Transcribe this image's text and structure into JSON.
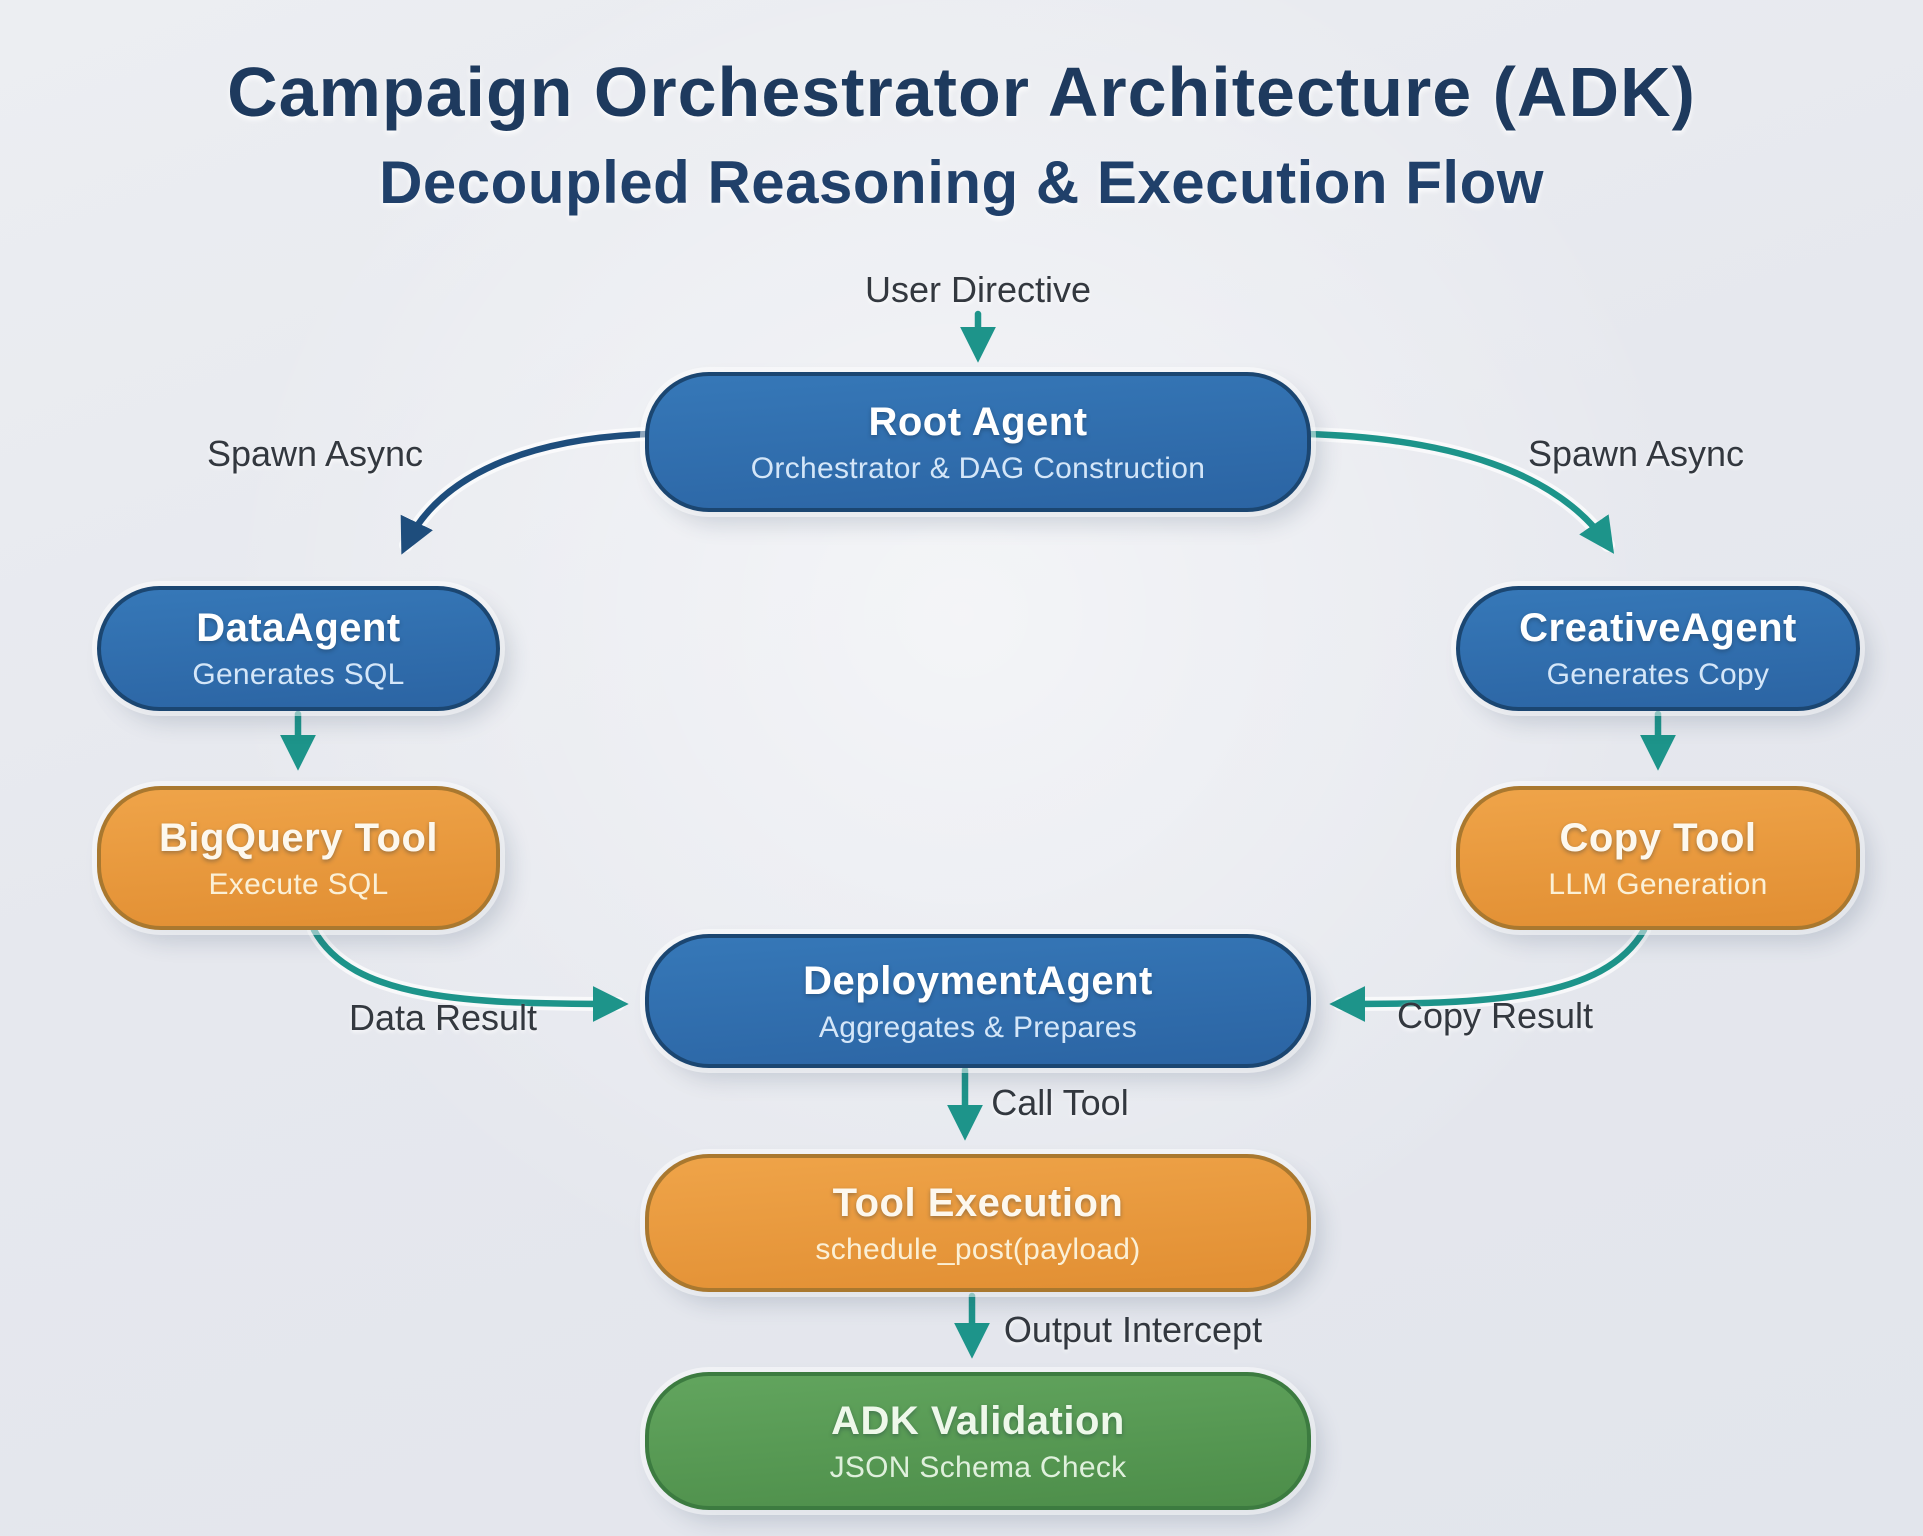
{
  "header": {
    "title": "Campaign Orchestrator Architecture (ADK)",
    "subtitle": "Decoupled Reasoning & Execution Flow"
  },
  "nodes": {
    "root_agent": {
      "title": "Root Agent",
      "subtitle": "Orchestrator & DAG Construction"
    },
    "data_agent": {
      "title": "DataAgent",
      "subtitle": "Generates SQL"
    },
    "creative_agent": {
      "title": "CreativeAgent",
      "subtitle": "Generates Copy"
    },
    "bigquery_tool": {
      "title": "BigQuery Tool",
      "subtitle": "Execute SQL"
    },
    "copy_tool": {
      "title": "Copy Tool",
      "subtitle": "LLM Generation"
    },
    "deployment_agent": {
      "title": "DeploymentAgent",
      "subtitle": "Aggregates & Prepares"
    },
    "tool_execution": {
      "title": "Tool Execution",
      "subtitle": "schedule_post(payload)"
    },
    "adk_validation": {
      "title": "ADK Validation",
      "subtitle": "JSON Schema Check"
    }
  },
  "edge_labels": {
    "user_directive": "User Directive",
    "spawn_async_left": "Spawn Async",
    "spawn_async_right": "Spawn Async",
    "data_result": "Data Result",
    "copy_result": "Copy Result",
    "call_tool": "Call Tool",
    "output_intercept": "Output Intercept"
  },
  "colors": {
    "agent_blue": "#2e6cad",
    "tool_orange": "#e8983c",
    "validation_green": "#579a54",
    "arrow_teal": "#1d948a",
    "arrow_navy": "#1e4d7c",
    "title_navy": "#1e3a5e",
    "background": "#e7e9ee"
  }
}
